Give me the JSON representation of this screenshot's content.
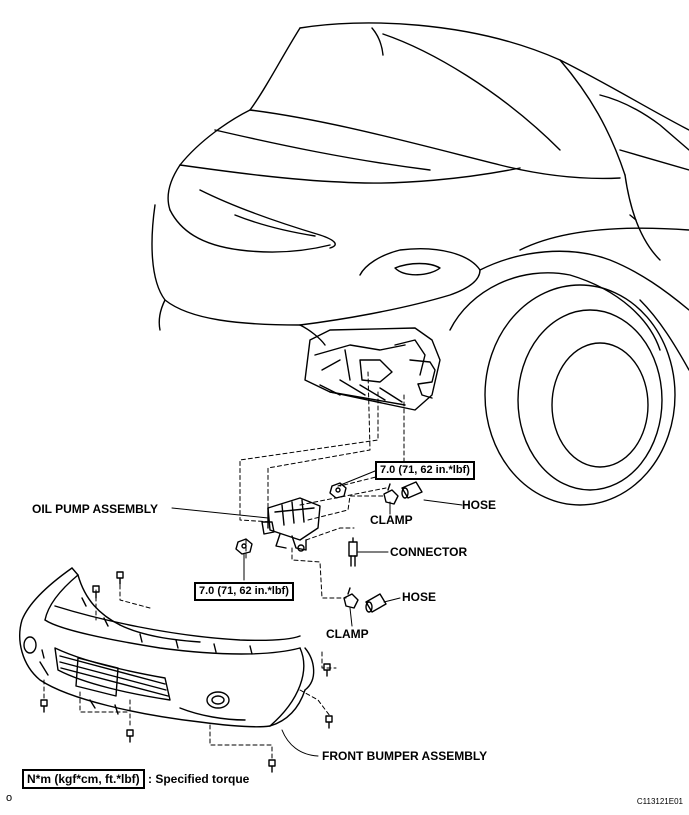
{
  "labels": {
    "oil_pump_assembly": "OIL PUMP ASSEMBLY",
    "hose_upper": "HOSE",
    "clamp_upper": "CLAMP",
    "connector": "CONNECTOR",
    "hose_lower": "HOSE",
    "clamp_lower": "CLAMP",
    "front_bumper_assembly": "FRONT BUMPER ASSEMBLY"
  },
  "torque_specs": {
    "upper": "7.0 (71, 62 in.*lbf)",
    "lower": "7.0 (71, 62 in.*lbf)"
  },
  "legend": {
    "box_text": "N*m (kgf*cm, ft.*lbf)",
    "description": ": Specified torque"
  },
  "corner_mark": "o",
  "figure_id": "C113121E01",
  "icons": [
    "nut-icon",
    "bolt-icon",
    "clamp-icon",
    "hose-icon",
    "connector-icon",
    "oil-pump-icon"
  ]
}
